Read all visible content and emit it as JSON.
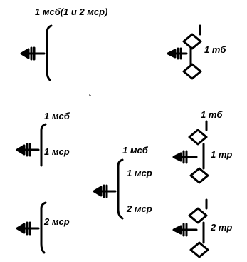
{
  "labels": {
    "top_group_title": "1 мсб(1 и 2 мср)",
    "top_tank": "1 тб",
    "left_group_title": "1 мсб",
    "left_company_1": "1 мср",
    "left_company_2": "2 мср",
    "middle_group_title": "1 мсб",
    "middle_company_1": "1 мср",
    "middle_company_2": "2 мср",
    "right_group_title": "1 тб",
    "right_platoon_1": "1 тр",
    "right_platoon_2": "2 тр"
  },
  "colors": {
    "ink": "#000000",
    "background": "#ffffff"
  }
}
